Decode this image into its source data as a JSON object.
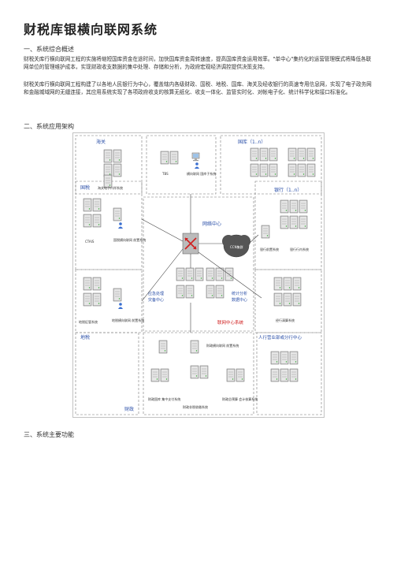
{
  "doc": {
    "title": "财税库银横向联网系统",
    "section1": "一、系统综合概述",
    "para1": "财税关库行横向联网工程的实施将缩短国库资金在途时间，加快国库资金周转速度，提高国库资金运用效率。\"单中心\"集约化的运营管理模式将降低各联网单位的管理维护成本，实现财政收支数据的集中处理、存储和分析，为政府宏观经济调控提供决策支持。",
    "para2": "财税关库行横向联网工程构建了以各地人民银行为中心，覆盖辖内各级财政、国税、地税、国库、海关及经收银行的高速专用信息网，实现了电子政务网和金融城域网的无缝连接，其应用系统实现了各项政府收支的核算无纸化、收支一体化、监管实时化、对帐电子化、统计科学化和接口标准化。",
    "section2": "二、系统应用架构",
    "section3": "三、系统主要功能"
  },
  "diagram": {
    "haiguan": "海关",
    "guoku": "国库（1..n）",
    "guoshui": "国税",
    "hanghang": "银行（1..n）",
    "dishui": "地税",
    "renhang": "人行营业部或分行中心",
    "caizheng": "财政",
    "wangluo": "网络中心",
    "lianwang": "联网中心系统",
    "jiqun": "CCN集群",
    "yingji": "应急处理\n灾备中心",
    "tongji": "统计分析\n数据中心",
    "labels": {
      "haiguan_sys": "海关电子口岸系统",
      "tbs": "TBS",
      "guoku_sys": "横向联网\n国库子系统",
      "ctais": "CTAIS",
      "guoshui_sys": "国税横向联网\n前置系统",
      "yinhang_sys1": "银行前置系统",
      "yinhang_sys2": "银行行内系统",
      "dishui_sys1": "地税征管系统",
      "dishui_sys2": "地税横向联网\n前置系统",
      "yinhang_sys3": "经行清算系统",
      "caizheng_sys1": "财政横向联网\n前置系统",
      "caizheng_sys2": "财政国库\n集中支付系统",
      "caizheng_sys3": "财政非税收缴系统",
      "caizheng_sys4": "财政总预算\n会计核算系统"
    }
  }
}
